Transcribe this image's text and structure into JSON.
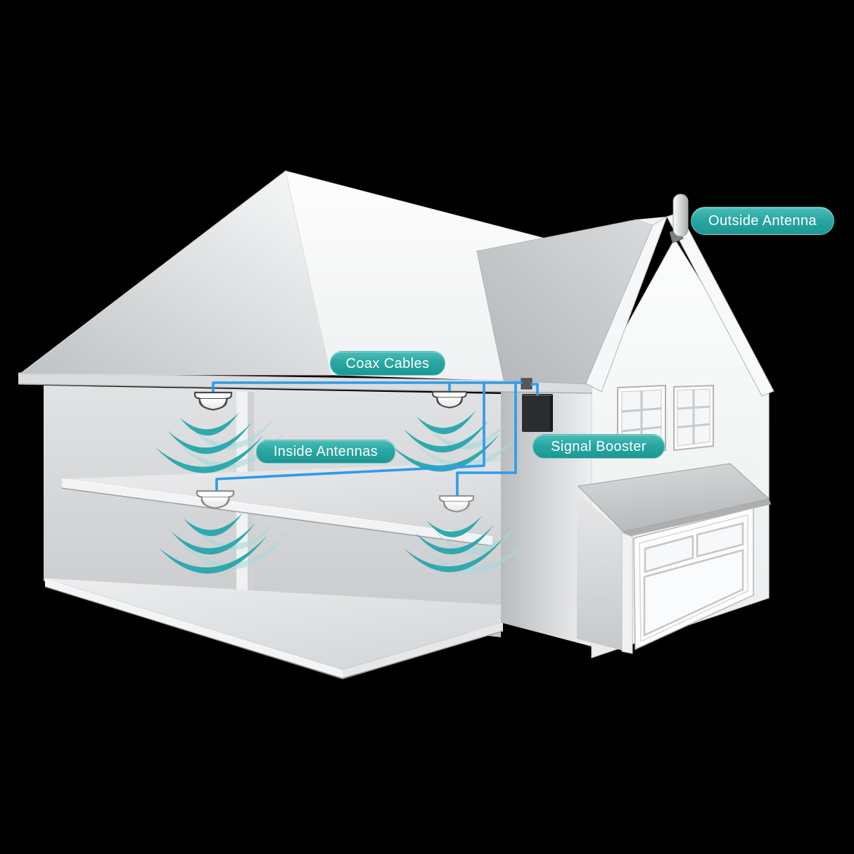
{
  "scene": {
    "background": "#000000",
    "description": "Cutaway illustration of a two-story house showing a cell phone signal booster installation"
  },
  "labels": {
    "outside_antenna": "Outside Antenna",
    "coax_cables": "Coax Cables",
    "inside_antennas": "Inside Antennas",
    "signal_booster": "Signal Booster"
  },
  "components": {
    "outside_antenna_count": 1,
    "inside_antenna_count": 4,
    "signal_booster_count": 1,
    "signal_wave_sets": 4
  },
  "colors": {
    "label_background": "#2AA7A3",
    "label_text": "#FFFFFF",
    "cable": "#2D9BEB",
    "signal_wave": "#2FA9AD",
    "signal_wave_faded": "#A9D8DB",
    "booster_box": "#2B2C2E",
    "house_light": "#F5F6F7",
    "house_shadow": "#C2C5C7"
  }
}
